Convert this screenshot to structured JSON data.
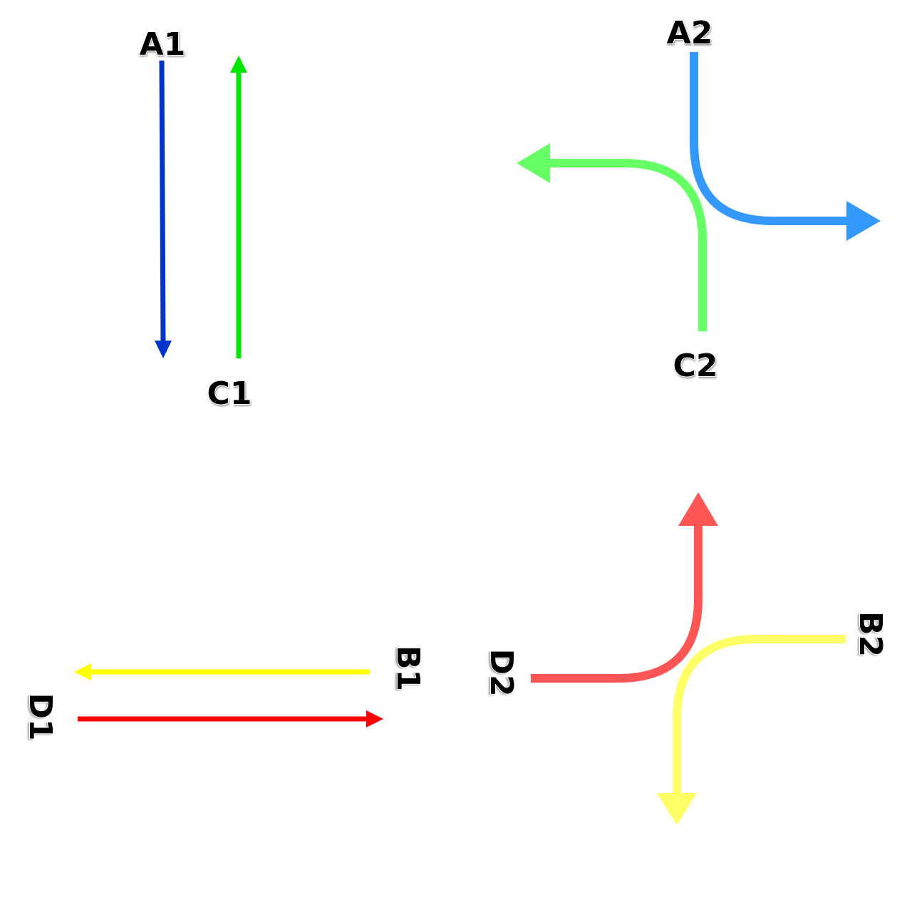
{
  "colors": {
    "background": "#ffffff",
    "A1": "#0033cc",
    "C1": "#00e600",
    "A2": "#3399ff",
    "C2": "#66ff66",
    "B1": "#ffff00",
    "D1": "#ff0000",
    "D2": "#ff5555",
    "B2": "#ffff66",
    "label": "#000000"
  },
  "labels": {
    "A1": "A1",
    "C1": "C1",
    "A2": "A2",
    "C2": "C2",
    "B1": "B1",
    "D1": "D1",
    "D2": "D2",
    "B2": "B2"
  }
}
